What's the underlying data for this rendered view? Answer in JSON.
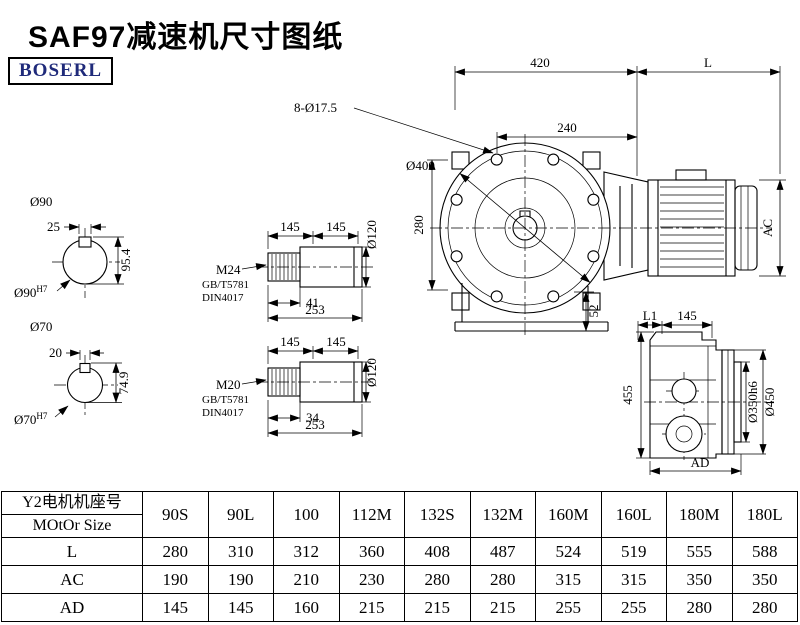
{
  "title": "SAF97减速机尺寸图纸",
  "logo": "BOSERL",
  "drawing": {
    "front": {
      "dim_420": "420",
      "dim_L": "L",
      "bolt_note": "8-Ø17.5",
      "dim_240": "240",
      "dia_400": "Ø400",
      "dim_280": "280",
      "dim_52": "52",
      "dim_AC": "AC"
    },
    "shaft_end_90": {
      "dia": "Ø90",
      "key_width": "25",
      "height": "95.4",
      "fit": "Ø90",
      "fit_sup": "H7"
    },
    "shaft_end_70": {
      "dia": "Ø70",
      "key_width": "20",
      "height": "74.9",
      "fit": "Ø70",
      "fit_sup": "H7"
    },
    "shaft_detail_top": {
      "len1": "145",
      "len2": "145",
      "dia": "Ø120",
      "thread": "M24",
      "std1": "GB/T5781",
      "std2": "DIN4017",
      "tap_len": "41",
      "total_len": "253"
    },
    "shaft_detail_bottom": {
      "len1": "145",
      "len2": "145",
      "dia": "Ø120",
      "thread": "M20",
      "std1": "GB/T5781",
      "std2": "DIN4017",
      "tap_len": "34",
      "total_len": "253"
    },
    "side": {
      "dim_L1": "L1",
      "dim_145": "145",
      "dim_455": "455",
      "dia_350": "Ø350h6",
      "dia_450": "Ø450",
      "dim_AD": "AD"
    }
  },
  "table": {
    "header_cn": "Y2电机机座号",
    "header_en": "MOtOr Size",
    "columns": [
      "90S",
      "90L",
      "100",
      "112M",
      "132S",
      "132M",
      "160M",
      "160L",
      "180M",
      "180L"
    ],
    "rows": [
      {
        "label": "L",
        "values": [
          "280",
          "310",
          "312",
          "360",
          "408",
          "487",
          "524",
          "519",
          "555",
          "588"
        ]
      },
      {
        "label": "AC",
        "values": [
          "190",
          "190",
          "210",
          "230",
          "280",
          "280",
          "315",
          "315",
          "350",
          "350"
        ]
      },
      {
        "label": "AD",
        "values": [
          "145",
          "145",
          "160",
          "215",
          "215",
          "215",
          "255",
          "255",
          "280",
          "280"
        ]
      }
    ]
  }
}
